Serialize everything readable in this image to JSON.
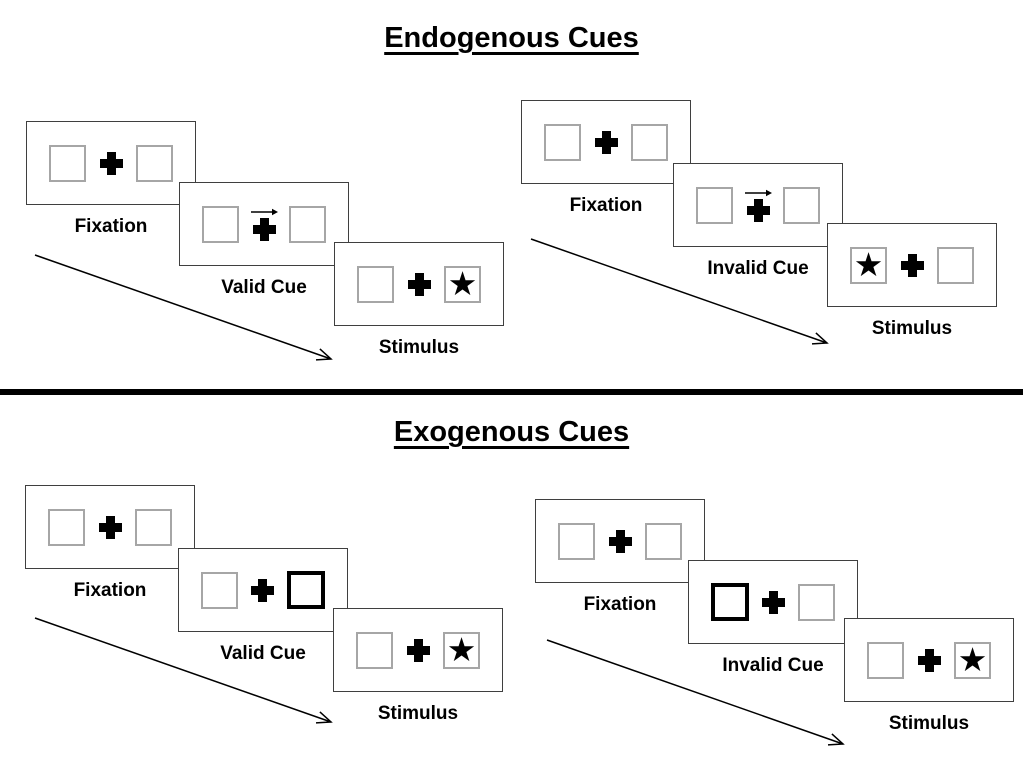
{
  "colors": {
    "background": "#ffffff",
    "text": "#000000",
    "panel_border": "#3f3f3f",
    "placeholder_square_border": "#a6a6a6",
    "exogenous_cue_border": "#000000",
    "divider": "#000000",
    "star": "#000000"
  },
  "icons": {
    "star_glyph": "★",
    "fixation_cross": "plus-icon",
    "cue_arrow": "right-arrow-icon",
    "timeline_arrow": "diagonal-arrow-icon"
  },
  "sections": [
    {
      "title": "Endogenous Cues",
      "groups": [
        {
          "name": "valid-trial-sequence",
          "steps": [
            {
              "label": "Fixation",
              "arrow": false,
              "star": null,
              "cue": null
            },
            {
              "label": "Valid Cue",
              "arrow": true,
              "star": null,
              "cue": null
            },
            {
              "label": "Stimulus",
              "arrow": false,
              "star": "right",
              "cue": null
            }
          ]
        },
        {
          "name": "invalid-trial-sequence",
          "steps": [
            {
              "label": "Fixation",
              "arrow": false,
              "star": null,
              "cue": null
            },
            {
              "label": "Invalid Cue",
              "arrow": true,
              "star": null,
              "cue": null
            },
            {
              "label": "Stimulus",
              "arrow": false,
              "star": "left",
              "cue": null
            }
          ]
        }
      ]
    },
    {
      "title": "Exogenous Cues",
      "groups": [
        {
          "name": "valid-trial-sequence",
          "steps": [
            {
              "label": "Fixation",
              "arrow": false,
              "star": null,
              "cue": null
            },
            {
              "label": "Valid Cue",
              "arrow": false,
              "star": null,
              "cue": "right"
            },
            {
              "label": "Stimulus",
              "arrow": false,
              "star": "right",
              "cue": null
            }
          ]
        },
        {
          "name": "invalid-trial-sequence",
          "steps": [
            {
              "label": "Fixation",
              "arrow": false,
              "star": null,
              "cue": null
            },
            {
              "label": "Invalid Cue",
              "arrow": false,
              "star": null,
              "cue": "left"
            },
            {
              "label": "Stimulus",
              "arrow": false,
              "star": "right",
              "cue": null
            }
          ]
        }
      ]
    }
  ]
}
